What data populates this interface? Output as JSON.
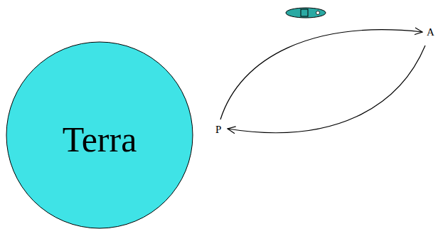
{
  "diagram": {
    "nodes": [
      {
        "text": [
          "Terra"
        ]
      }
    ],
    "labels": [
      "P",
      "A"
    ]
  }
}
